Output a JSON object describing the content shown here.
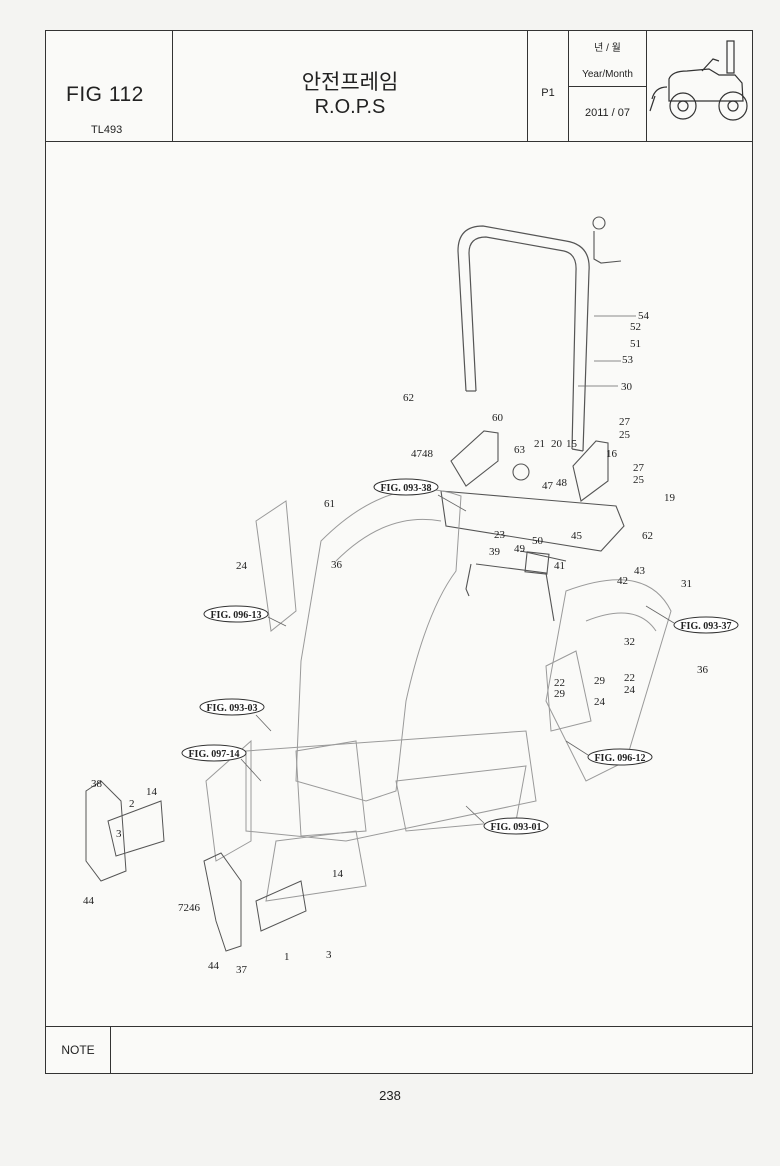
{
  "header": {
    "figure": "FIG 112",
    "model": "TL493",
    "title_ko": "안전프레임",
    "title_en": "R.O.P.S",
    "page_code": "P1",
    "date_label_ko": "년 / 월",
    "date_label_en": "Year/Month",
    "date_value": "2011 / 07",
    "logo_icon": "tractor-icon"
  },
  "callouts": [
    "54",
    "52",
    "51",
    "53",
    "30",
    "27",
    "25",
    "62",
    "60",
    "4748",
    "63",
    "21",
    "20",
    "15",
    "16",
    "27",
    "25",
    "47",
    "48",
    "19",
    "62",
    "61",
    "24",
    "36",
    "23",
    "39",
    "49",
    "50",
    "41",
    "45",
    "43",
    "42",
    "31",
    "32",
    "36",
    "22",
    "29",
    "22",
    "24",
    "29",
    "24",
    "38",
    "14",
    "2",
    "3",
    "44",
    "7246",
    "14",
    "3",
    "1",
    "44",
    "37"
  ],
  "references": [
    "FIG. 093-38",
    "FIG. 096-13",
    "FIG. 093-03",
    "FIG. 097-14",
    "FIG. 093-37",
    "FIG. 096-12",
    "FIG. 093-01"
  ],
  "footer": {
    "note_label": "NOTE",
    "page_number": "238"
  }
}
